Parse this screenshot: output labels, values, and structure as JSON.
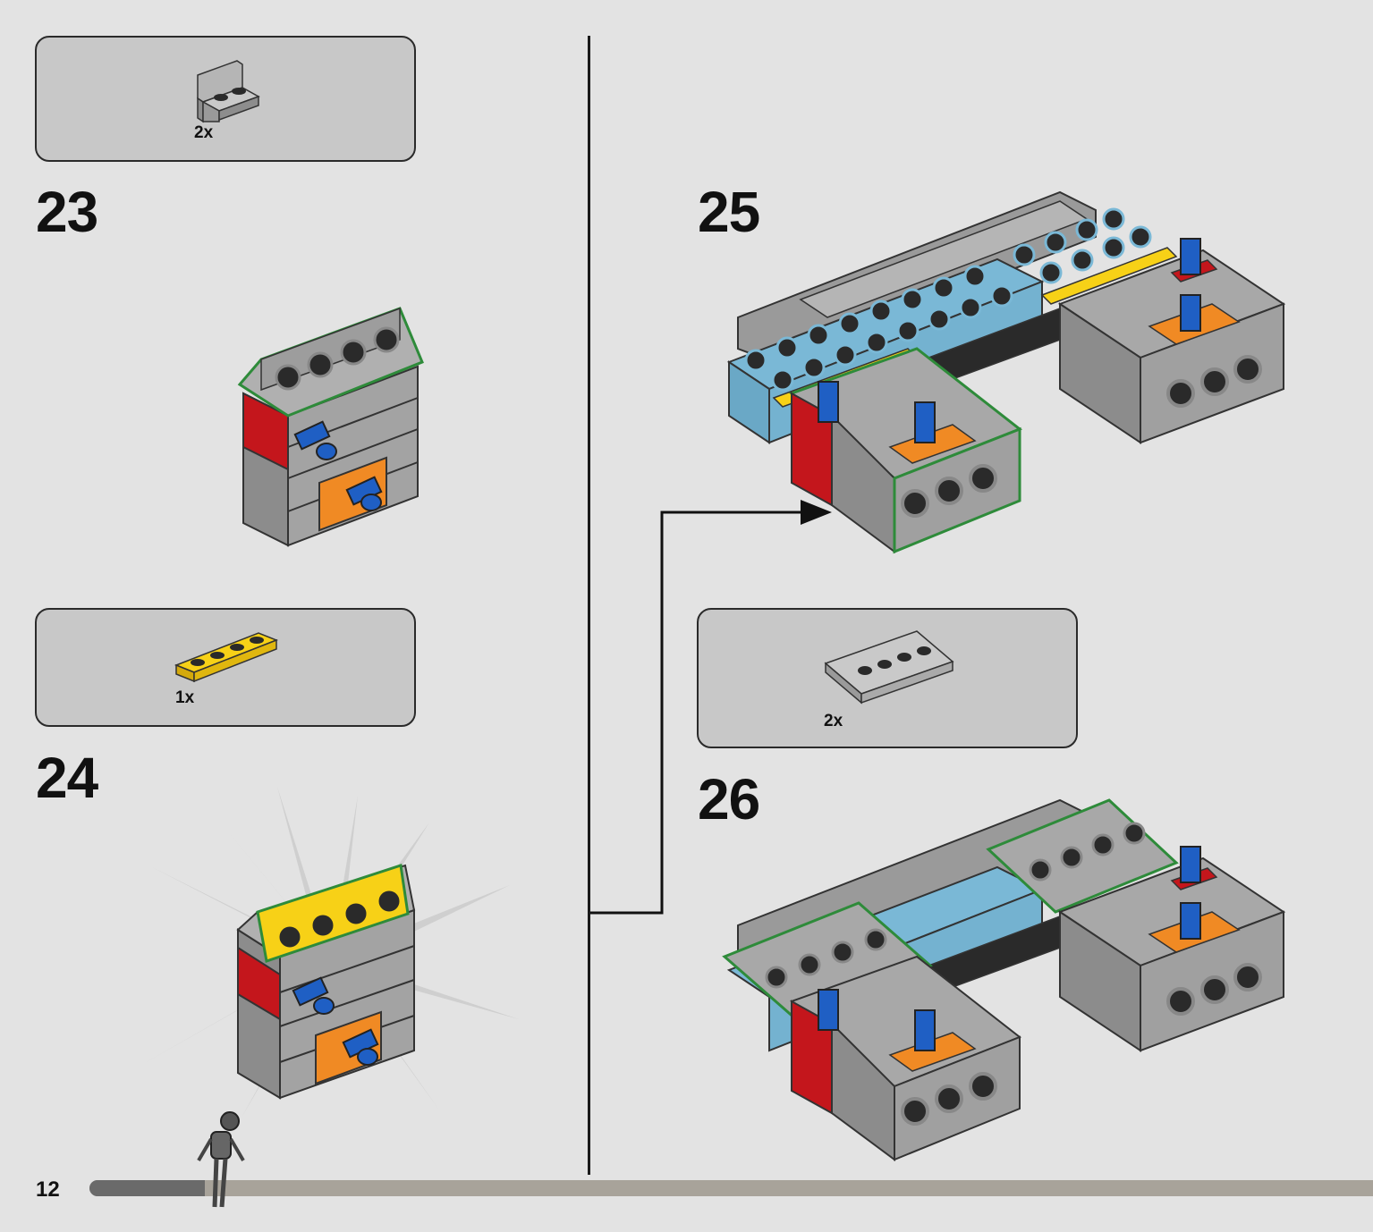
{
  "page": {
    "number": "12",
    "progress": 0.09
  },
  "steps": [
    {
      "number": "23",
      "parts": [
        {
          "qty": "2x",
          "part": "grey-bracket-1x2"
        }
      ]
    },
    {
      "number": "24",
      "parts": [
        {
          "qty": "1x",
          "part": "yellow-plate-1x4"
        }
      ]
    },
    {
      "number": "25",
      "parts": []
    },
    {
      "number": "26",
      "parts": [
        {
          "qty": "2x",
          "part": "grey-tile-2x4-with-4-studs"
        }
      ]
    }
  ],
  "colors": {
    "background": "#e3e3e3",
    "parts_box": "#c8c8c8",
    "brick_grey": "#9a9a9a",
    "red": "#c4161c",
    "orange": "#f08a24",
    "blue": "#1f5fc4",
    "yellow": "#f7d117",
    "light_blue": "#7ab8d6",
    "highlight_green": "#2e8b3a"
  },
  "icons": [
    "grey-bracket-icon",
    "yellow-plate-icon",
    "grey-tile-icon",
    "arrow-right-icon",
    "droid-figure-icon"
  ]
}
